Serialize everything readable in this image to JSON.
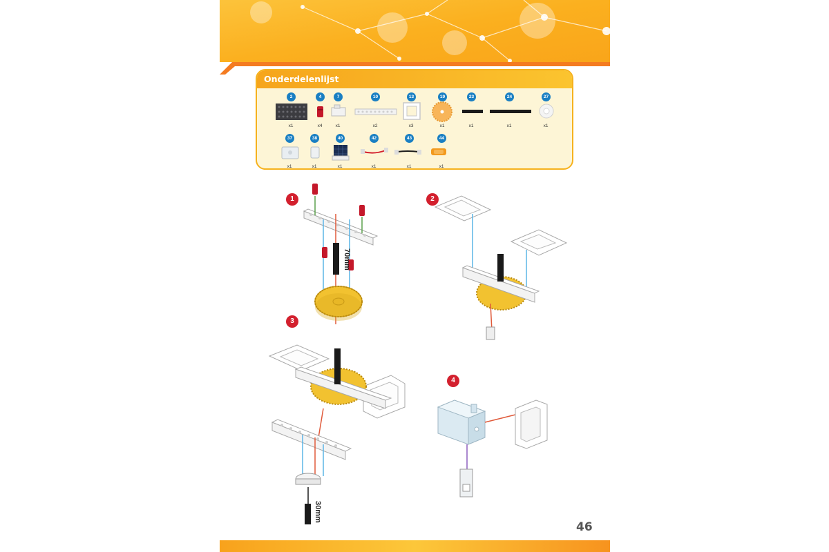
{
  "colors": {
    "banner_orange": "#fbb828",
    "accent_orange": "#f47b20",
    "panel_bg": "#fdf5d6",
    "part_badge_blue": "#1a7fc3",
    "step_badge_red": "#d3202e",
    "gear_yellow": "#f2c230"
  },
  "parts_list": {
    "title": "Onderdelenlijst",
    "rows": [
      [
        {
          "num": "2",
          "qty": "x1",
          "icon": "grid-plate-icon"
        },
        {
          "num": "4",
          "qty": "x4",
          "icon": "red-peg-icon"
        },
        {
          "num": "7",
          "qty": "x1",
          "icon": "connector-icon"
        },
        {
          "num": "10",
          "qty": "x2",
          "icon": "long-beam-icon"
        },
        {
          "num": "13",
          "qty": "x3",
          "icon": "square-frame-icon"
        },
        {
          "num": "19",
          "qty": "x1",
          "icon": "gear-icon"
        },
        {
          "num": "23",
          "qty": "x1",
          "icon": "short-axle-icon"
        },
        {
          "num": "24",
          "qty": "x1",
          "icon": "long-axle-icon"
        },
        {
          "num": "27",
          "qty": "x1",
          "icon": "round-hub-icon"
        }
      ],
      [
        {
          "num": "37",
          "qty": "x1",
          "icon": "motor-icon"
        },
        {
          "num": "38",
          "qty": "x1",
          "icon": "motor-connector-icon"
        },
        {
          "num": "40",
          "qty": "x1",
          "icon": "solar-panel-icon"
        },
        {
          "num": "42",
          "qty": "x1",
          "icon": "red-cable-icon"
        },
        {
          "num": "43",
          "qty": "x1",
          "icon": "black-cable-icon"
        },
        {
          "num": "44",
          "qty": "x1",
          "icon": "orange-clip-icon"
        }
      ]
    ]
  },
  "steps": [
    {
      "number": "1",
      "dimension": "70mm"
    },
    {
      "number": "2"
    },
    {
      "number": "3",
      "dimension": "30mm"
    },
    {
      "number": "4"
    }
  ],
  "page_number": "46"
}
